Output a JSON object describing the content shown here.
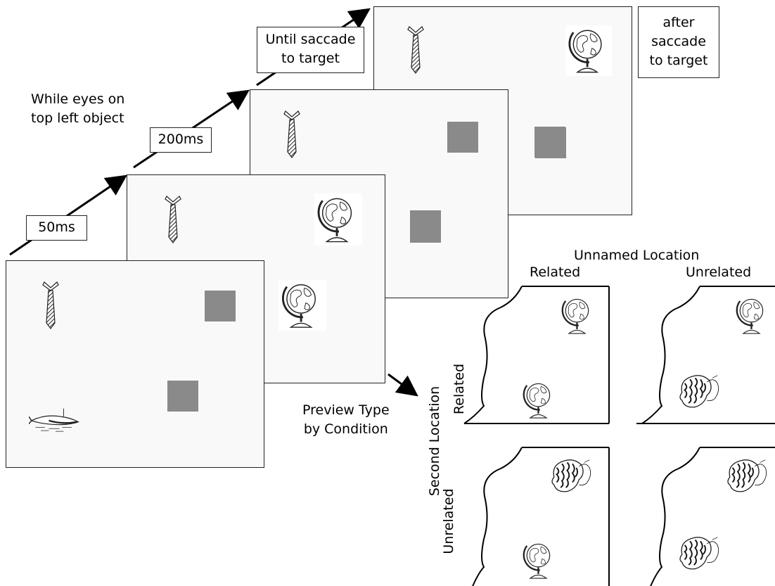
{
  "timeline": {
    "step1": "50ms",
    "step2_caption_line1": "While eyes on",
    "step2_caption_line2": "top left object",
    "step2": "200ms",
    "step3_line1": "Until saccade",
    "step3_line2": "to target",
    "step4_line1": "after",
    "step4_line2": "saccade",
    "step4_line3": "to target"
  },
  "preview": {
    "line1": "Preview Type",
    "line2": "by Condition"
  },
  "matrix": {
    "col_header": "Unnamed Location",
    "col_related": "Related",
    "col_unrelated": "Unrelated",
    "row_header": "Second Location",
    "row_related": "Related",
    "row_unrelated": "Unrelated"
  },
  "icons": [
    "tie-icon",
    "globe-icon",
    "whale-icon",
    "hair-icon",
    "gray-mask-square"
  ],
  "colors": {
    "mask": "#8a8a8a",
    "screen": "#f9f9f9",
    "line": "#000000"
  }
}
